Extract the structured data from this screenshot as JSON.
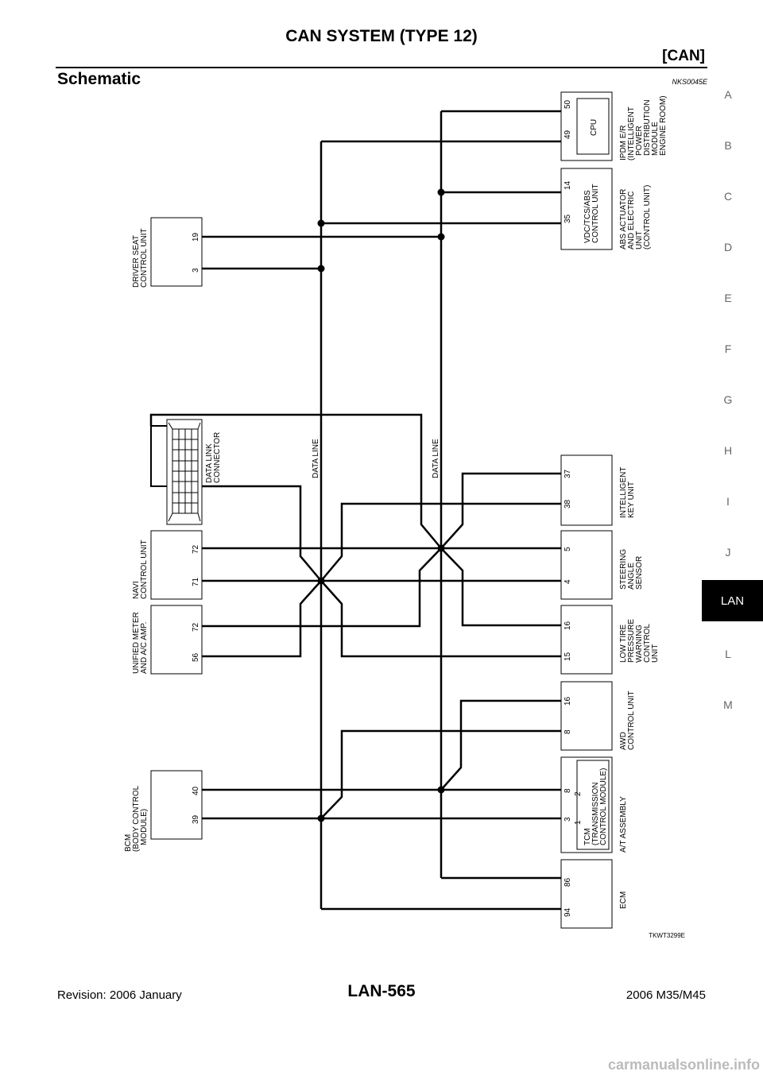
{
  "header": {
    "title": "CAN SYSTEM (TYPE 12)",
    "subtitle": "[CAN]"
  },
  "section": {
    "title": "Schematic",
    "code": "NKS0045E"
  },
  "side_tabs": [
    "A",
    "B",
    "C",
    "D",
    "E",
    "F",
    "G",
    "H",
    "I",
    "J",
    "LAN",
    "L",
    "M"
  ],
  "active_tab": "LAN",
  "diagram": {
    "figure_code": "TKWT3299E",
    "data_line_label": "DATA LINE",
    "left_units": {
      "driver_seat": {
        "name": [
          "DRIVER SEAT",
          "CONTROL UNIT"
        ],
        "pins": [
          "19",
          "3"
        ]
      },
      "dlc": {
        "name": [
          "DATA LINK",
          "CONNECTOR"
        ]
      },
      "navi": {
        "name": [
          "NAVI",
          "CONTROL UNIT"
        ],
        "pins": [
          "72",
          "71"
        ]
      },
      "meter": {
        "name": [
          "UNIFIED METER",
          "AND A/C AMP."
        ],
        "pins": [
          "72",
          "56"
        ]
      },
      "bcm": {
        "name": [
          "BCM",
          "(BODY CONTROL",
          "MODULE)"
        ],
        "pins": [
          "40",
          "39"
        ]
      }
    },
    "right_units": {
      "ipdm": {
        "name": [
          "IPDM E/R",
          "(INTELLIGENT",
          "POWER",
          "DISTRIBUTION",
          "MODULE",
          "ENGINE ROOM)"
        ],
        "inner": [
          "CPU"
        ],
        "pins": [
          "50",
          "49"
        ]
      },
      "abs": {
        "name": [
          "ABS ACTUATOR",
          "AND ELECTRIC",
          "UNIT",
          "(CONTROL UNIT)"
        ],
        "inner": [
          "VDC/TCS/ABS",
          "CONTROL UNIT"
        ],
        "pins": [
          "14",
          "35"
        ]
      },
      "key": {
        "name": [
          "INTELLIGENT",
          "KEY UNIT"
        ],
        "pins": [
          "37",
          "38"
        ]
      },
      "steering": {
        "name": [
          "STEERING",
          "ANGLE",
          "SENSOR"
        ],
        "pins": [
          "5",
          "4"
        ]
      },
      "tire": {
        "name": [
          "LOW TIRE",
          "PRESSURE",
          "WARNING",
          "CONTROL",
          "UNIT"
        ],
        "pins": [
          "16",
          "15"
        ]
      },
      "awd": {
        "name": [
          "AWD",
          "CONTROL UNIT"
        ],
        "pins": [
          "16",
          "8"
        ]
      },
      "at": {
        "name": [
          "A/T ASSEMBLY"
        ],
        "inner": [
          "TCM",
          "(TRANSMISSION",
          "CONTROL MODULE)"
        ],
        "pins": [
          "8",
          "3"
        ],
        "sub_pins": [
          "2",
          "1"
        ]
      },
      "ecm": {
        "name": [
          "ECM"
        ],
        "pins": [
          "86",
          "94"
        ]
      }
    }
  },
  "footer": {
    "revision": "Revision: 2006 January",
    "page": "LAN-565",
    "model": "2006 M35/M45"
  },
  "watermark": "carmanualsonline.info"
}
